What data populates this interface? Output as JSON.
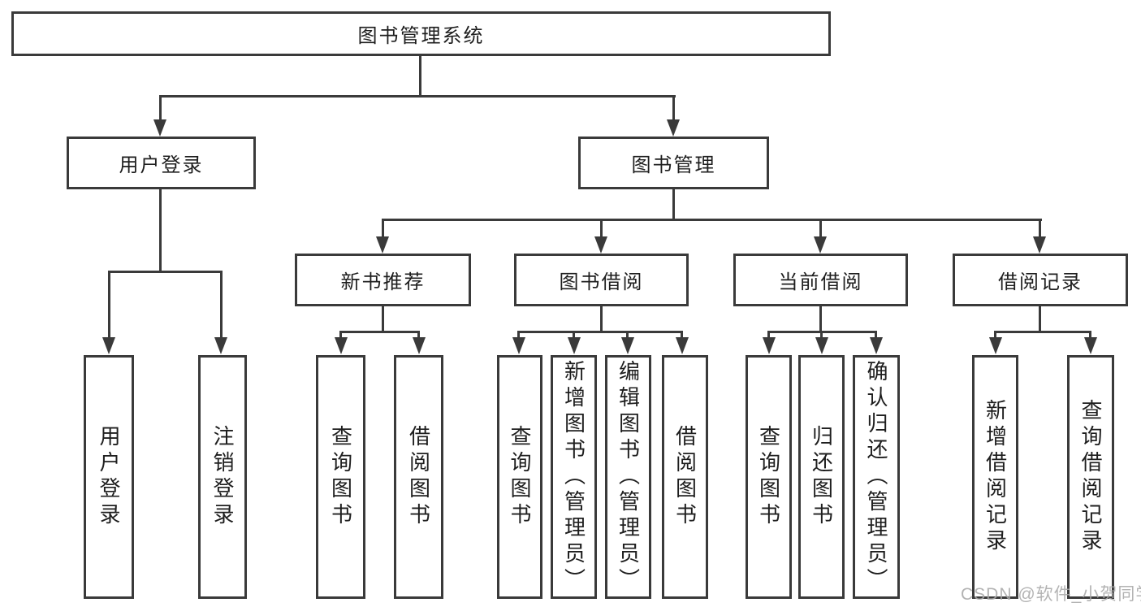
{
  "root": {
    "label": "图书管理系统"
  },
  "level1": {
    "user_login": {
      "label": "用户登录",
      "children": {
        "login": {
          "label": "用户登录"
        },
        "logout": {
          "label": "注销登录"
        }
      }
    },
    "book_mgmt": {
      "label": "图书管理",
      "children": {
        "new_book_rec": {
          "label": "新书推荐",
          "children": {
            "query_books": {
              "label": "查询图书"
            },
            "borrow_books": {
              "label": "借阅图书"
            }
          }
        },
        "book_borrow": {
          "label": "图书借阅",
          "children": {
            "query_books": {
              "label": "查询图书"
            },
            "add_books": {
              "label": "新增图书（管理员）"
            },
            "edit_books": {
              "label": "编辑图书（管理员）"
            },
            "borrow_books": {
              "label": "借阅图书"
            }
          }
        },
        "current_borrow": {
          "label": "当前借阅",
          "children": {
            "query_books": {
              "label": "查询图书"
            },
            "return_books": {
              "label": "归还图书"
            },
            "confirm_return": {
              "label": "确认归还（管理员）"
            }
          }
        },
        "borrow_records": {
          "label": "借阅记录",
          "children": {
            "add_record": {
              "label": "新增借阅记录"
            },
            "query_record": {
              "label": "查询借阅记录"
            }
          }
        }
      }
    }
  },
  "watermark": {
    "text": "CSDN @软件_小贺同学"
  },
  "colors": {
    "line": "#3a3a3a",
    "text": "#1e1e1e",
    "watermark": "#a8a8a8",
    "background": "#ffffff"
  }
}
